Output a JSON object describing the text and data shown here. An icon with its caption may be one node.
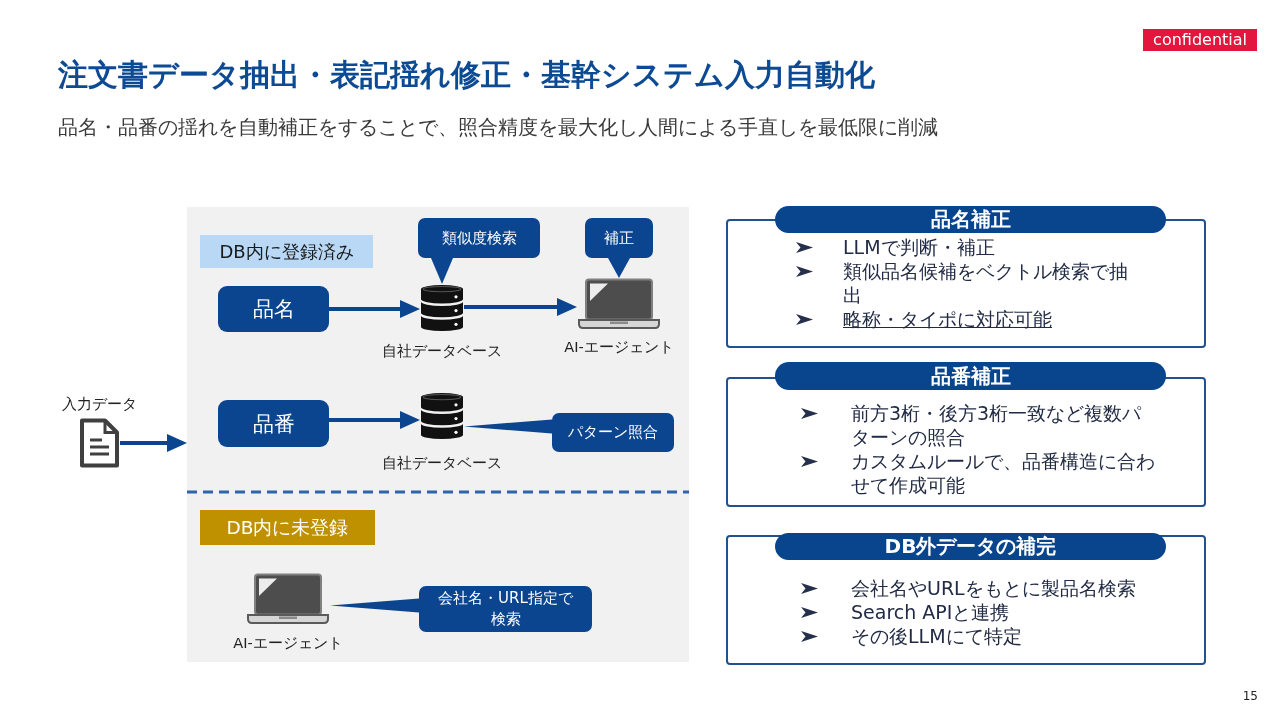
{
  "diagram": {
    "title": "注文書データ抽出・表記揺れ修正・基幹システム入力自動化",
    "nodes": [
      {
        "text": [],
        "shape": "box"
      },
      {
        "text": [
          "DB内に登録済み"
        ],
        "in": 0
      },
      {
        "text": [
          "類似度検索"
        ],
        "in": 0
      },
      {
        "text": [
          "補正"
        ],
        "in": 0
      },
      {
        "text": [
          "品名"
        ],
        "in": 0
      },
      {
        "text": [],
        "shape": "cylinder",
        "beside": [
          "自社データベース"
        ],
        "in": 0
      },
      {
        "text": [],
        "shape": "picture",
        "beside": [
          "AI-エージェント"
        ],
        "in": 0
      },
      {
        "text": [],
        "shape": "picture",
        "beside": [
          "入力データ"
        ]
      },
      {
        "text": [
          "品番"
        ],
        "in": 0
      },
      {
        "text": [],
        "shape": "cylinder",
        "beside": [
          "自社データベース"
        ],
        "in": 0
      },
      {
        "text": [
          "パターン照合"
        ],
        "in": 0
      },
      {
        "text": [
          "DB内に未登録"
        ],
        "in": 0
      },
      {
        "text": [],
        "shape": "picture",
        "beside": [
          "AI-エージェント"
        ],
        "in": 0
      },
      {
        "text": [
          "会社名・URL指定で検索"
        ],
        "in": 0
      },
      {
        "text": [
          "品名補正",
          "LLMで判断・補正",
          "類似品名候補をベクトル検索で抽出",
          "略称・タイポに対応可能"
        ]
      },
      {
        "text": [
          "品番補正",
          "前方3桁・後方3桁一致など複数パターンの照合",
          "カスタムルールで、品番構造に合わせて作成可能"
        ]
      },
      {
        "text": [
          "DB外データの補完",
          "会社名やURLをもとに製品名検索",
          "Search APIと連携",
          "その後LLMにて特定"
        ]
      }
    ],
    "edges": [
      {
        "from": 7,
        "to": 0,
        "arrow": "to"
      },
      {
        "from": 4,
        "to": 5,
        "arrow": "to"
      },
      {
        "from": 5,
        "to": 6,
        "arrow": "to"
      },
      {
        "from": 2,
        "to": 5,
        "arrow": "to"
      },
      {
        "from": 3,
        "to": 6,
        "arrow": "to"
      },
      {
        "from": 8,
        "to": 9,
        "arrow": "to"
      },
      {
        "from": 10,
        "to": 9,
        "arrow": "none"
      },
      {
        "from": 13,
        "to": 12,
        "arrow": "none"
      }
    ],
    "labels": [
      "confidential",
      "品名・品番の揺れを自動補正をすることで、照合精度を最大化し人間による手直しを最低限に削減",
      "15"
    ]
  }
}
